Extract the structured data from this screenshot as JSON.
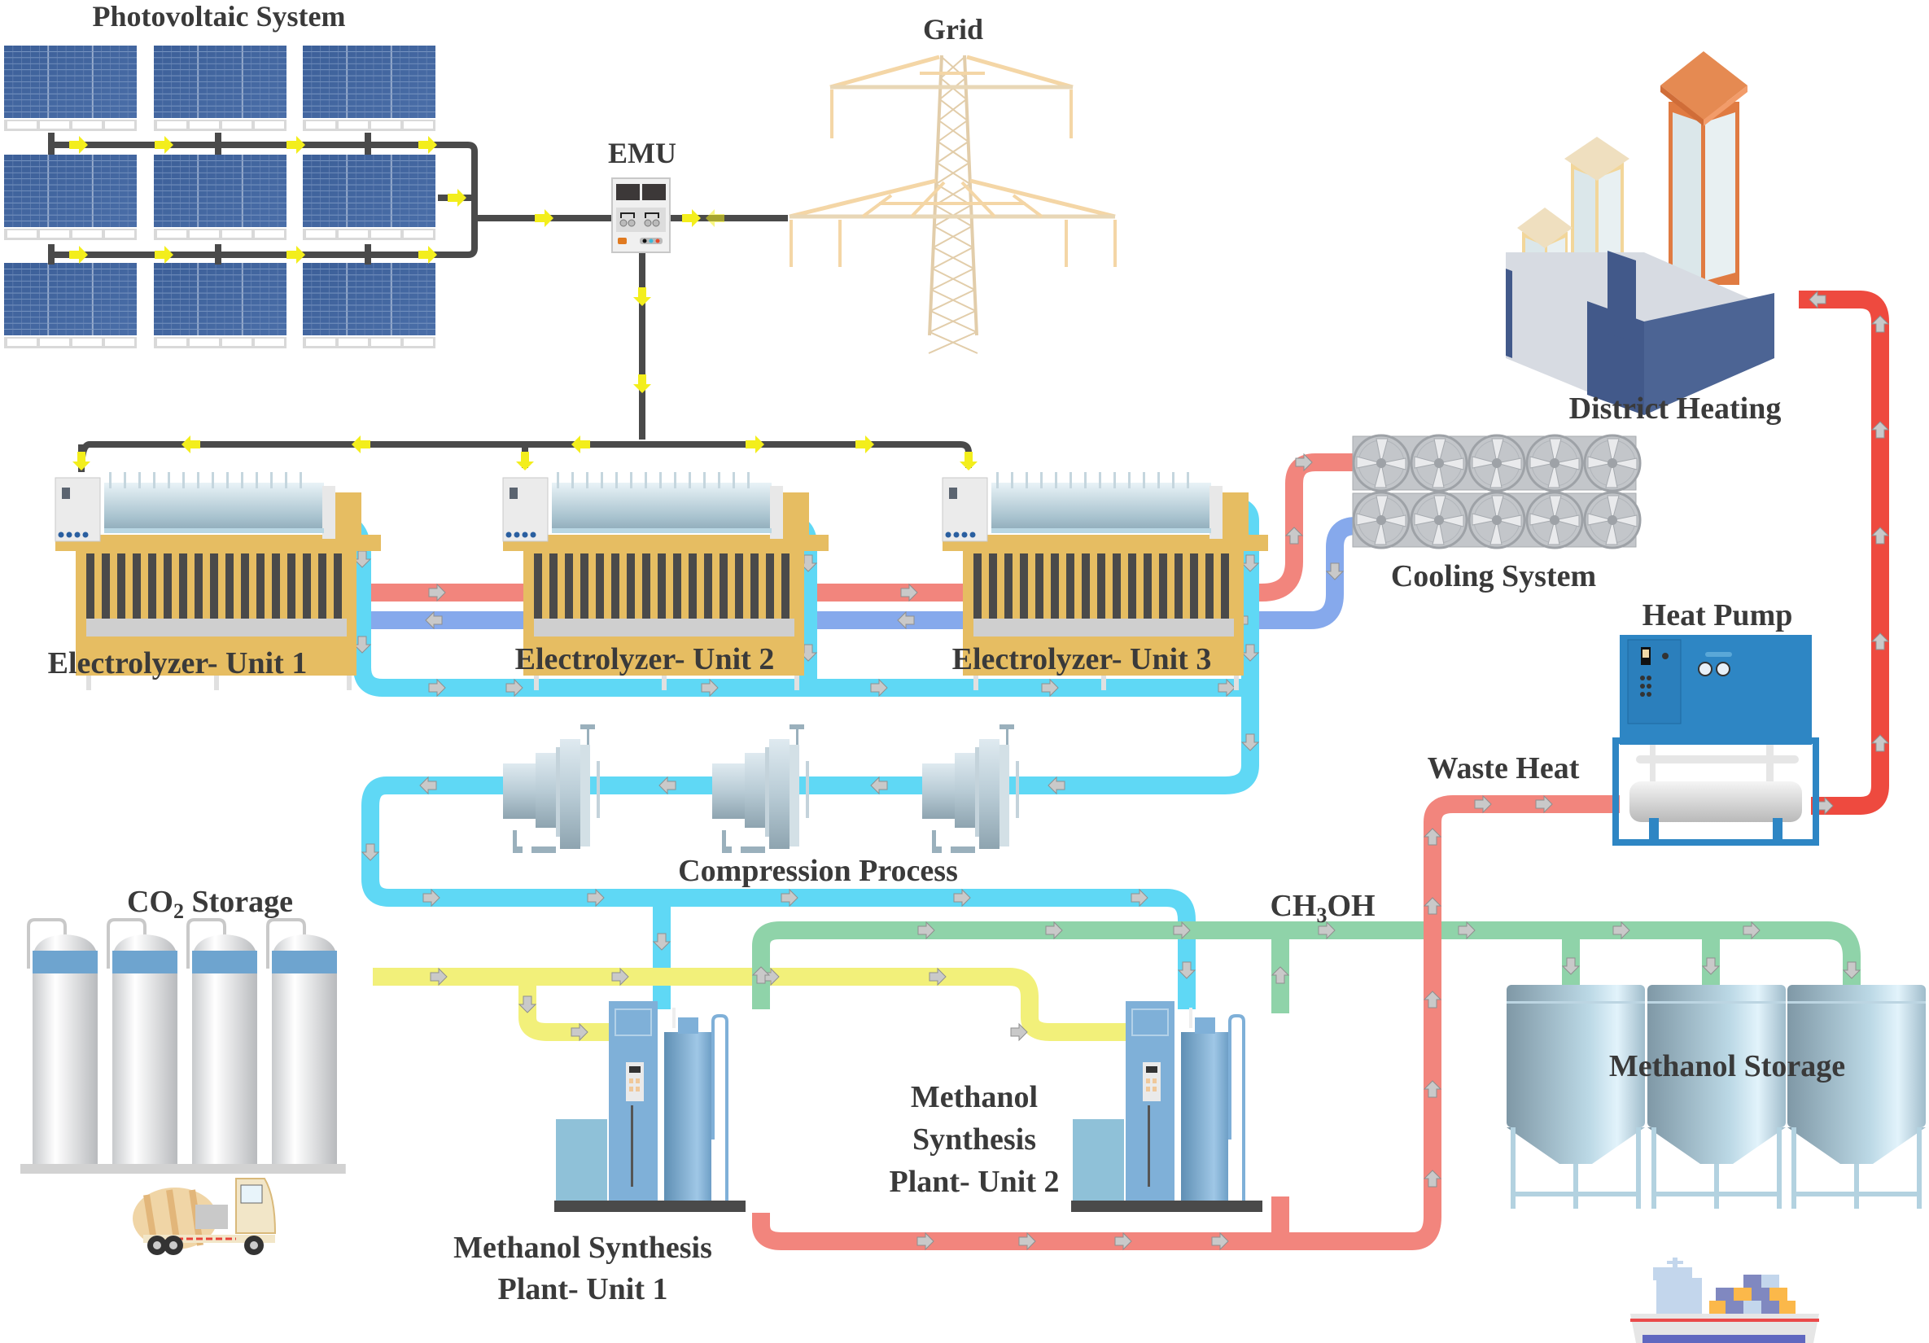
{
  "title": "Photovoltaic-powered methanol synthesis system",
  "labels": {
    "pv": "Photovoltaic System",
    "emu": "EMU",
    "grid": "Grid",
    "district_heating": "District Heating",
    "cooling": "Cooling System",
    "heat_pump": "Heat Pump",
    "waste_heat": "Waste Heat",
    "electrolyzer_1": "Electrolyzer- Unit 1",
    "electrolyzer_2": "Electrolyzer- Unit 2",
    "electrolyzer_3": "Electrolyzer- Unit 3",
    "compression": "Compression Process",
    "co2_prefix": "CO",
    "co2_sub": "2",
    "co2_suffix": " Storage",
    "ch3oh_prefix": "CH",
    "ch3oh_sub": "3",
    "ch3oh_suffix": "OH",
    "msp1_line1": "Methanol Synthesis",
    "msp1_line2": "Plant- Unit 1",
    "msp2_line1": "Methanol",
    "msp2_line2": "Synthesis",
    "msp2_line3": "Plant- Unit 2",
    "methanol_storage": "Methanol Storage"
  },
  "flows": [
    {
      "name": "electricity",
      "color": "#4a4a4a",
      "arrow_color": "#f3ee1c"
    },
    {
      "name": "hydrogen",
      "color": "#5fd8f5"
    },
    {
      "name": "hot-coolant",
      "color": "#f2857d"
    },
    {
      "name": "cold-coolant",
      "color": "#86a9ec"
    },
    {
      "name": "district-heat",
      "color": "#ee4a3f"
    },
    {
      "name": "co2",
      "color": "#f2f07a"
    },
    {
      "name": "methanol",
      "color": "#8fd3a9"
    },
    {
      "name": "waste-heat",
      "color": "#f2857d"
    }
  ],
  "colors": {
    "pv_panel": "#3f639b",
    "electrolyzer_body": "#e6bd62",
    "building_orange": "#e07b42",
    "building_cream": "#f2dcac",
    "heat_pump": "#2e86c4",
    "synthesis_plant": "#7fb0d8",
    "tank_band": "#6ea4cf",
    "label_text": "#3a3a3a"
  }
}
